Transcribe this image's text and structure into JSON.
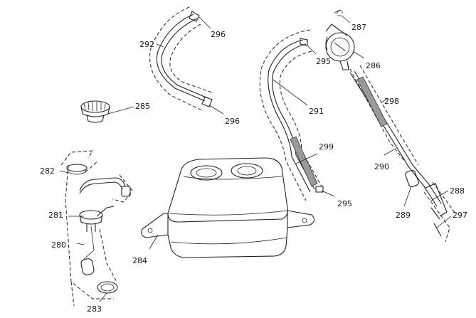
{
  "diagram": {
    "callouts": [
      {
        "id": "c280",
        "label": "280"
      },
      {
        "id": "c281",
        "label": "281"
      },
      {
        "id": "c282",
        "label": "282"
      },
      {
        "id": "c283",
        "label": "283"
      },
      {
        "id": "c284",
        "label": "284"
      },
      {
        "id": "c285",
        "label": "285"
      },
      {
        "id": "c286",
        "label": "286"
      },
      {
        "id": "c287",
        "label": "287"
      },
      {
        "id": "c288",
        "label": "288"
      },
      {
        "id": "c289",
        "label": "289"
      },
      {
        "id": "c290",
        "label": "290"
      },
      {
        "id": "c291",
        "label": "291"
      },
      {
        "id": "c292",
        "label": "292"
      },
      {
        "id": "c295a",
        "label": "295"
      },
      {
        "id": "c295b",
        "label": "295"
      },
      {
        "id": "c296a",
        "label": "296"
      },
      {
        "id": "c296b",
        "label": "296"
      },
      {
        "id": "c297",
        "label": "297"
      },
      {
        "id": "c298",
        "label": "298"
      },
      {
        "id": "c299",
        "label": "299"
      }
    ]
  }
}
